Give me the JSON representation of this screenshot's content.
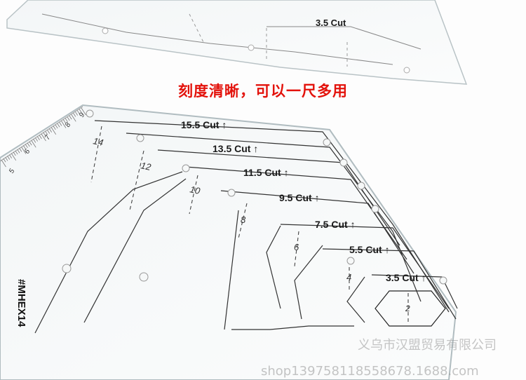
{
  "caption": "刻度清晰，可以一尺多用",
  "top_ruler_label": "3.5 Cut",
  "cut_labels": [
    "15.5 Cut ↑",
    "13.5 Cut ↑",
    "11.5 Cut ↑",
    "9.5 Cut ↑",
    "7.5 Cut ↑",
    "5.5 Cut ↑",
    "3.5 Cut ↑"
  ],
  "size_numbers": [
    "14",
    "12",
    "10",
    "8",
    "6",
    "4",
    "2"
  ],
  "edge_scale": [
    "9",
    "8",
    "7",
    "6",
    "5"
  ],
  "model_code": "#MHEX14",
  "watermark_line1": "义乌市汉盟贸易有限公司",
  "watermark_line2": "shop139758118558678.1688.com"
}
